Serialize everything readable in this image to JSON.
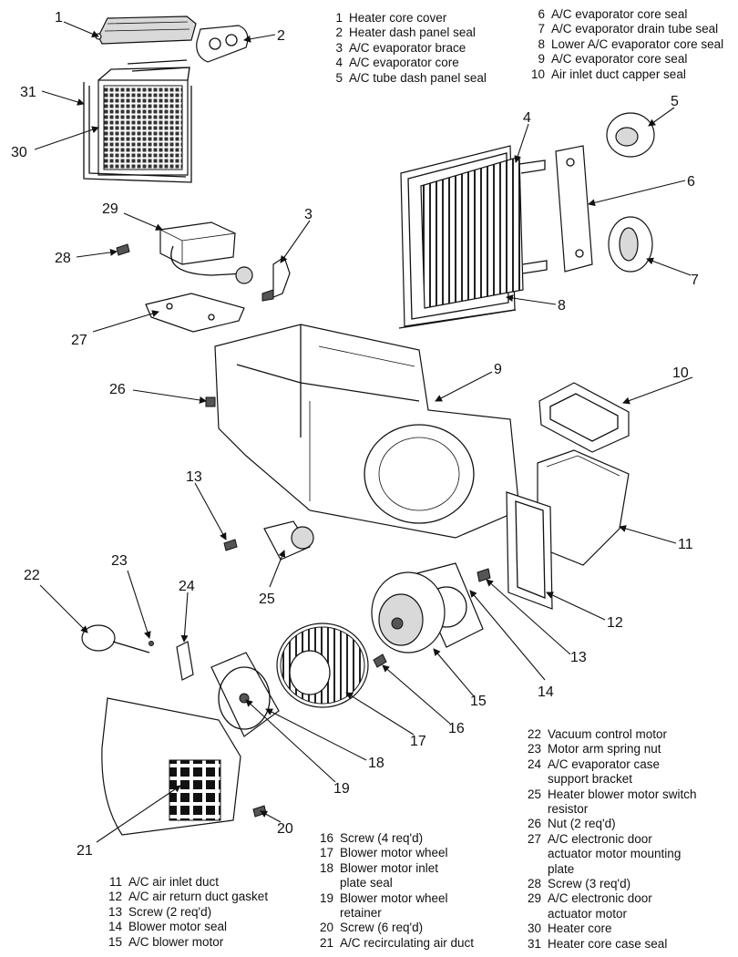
{
  "legend_top_left": [
    {
      "num": "1",
      "label": "Heater core cover"
    },
    {
      "num": "2",
      "label": "Heater dash panel seal"
    },
    {
      "num": "3",
      "label": "A/C evaporator brace"
    },
    {
      "num": "4",
      "label": "A/C evaporator core"
    },
    {
      "num": "5",
      "label": "A/C tube dash panel seal"
    }
  ],
  "legend_top_right": [
    {
      "num": "6",
      "label": "A/C evaporator core seal"
    },
    {
      "num": "7",
      "label": "A/C evaporator drain tube seal"
    },
    {
      "num": "8",
      "label": "Lower A/C evaporator core seal"
    },
    {
      "num": "9",
      "label": "A/C evaporator core seal"
    },
    {
      "num": "10",
      "label": "Air inlet duct capper seal"
    }
  ],
  "legend_bottom_left": [
    {
      "num": "11",
      "label": "A/C air inlet duct"
    },
    {
      "num": "12",
      "label": "A/C  air return duct gasket"
    },
    {
      "num": "13",
      "label": "Screw (2 req'd)"
    },
    {
      "num": "14",
      "label": "Blower motor seal"
    },
    {
      "num": "15",
      "label": "A/C blower motor"
    }
  ],
  "legend_bottom_mid": [
    {
      "num": "16",
      "label": "Screw (4 req'd)"
    },
    {
      "num": "17",
      "label": "Blower motor wheel"
    },
    {
      "num": "18",
      "label": "Blower motor inlet",
      "cont": "plate seal"
    },
    {
      "num": "19",
      "label": "Blower motor wheel",
      "cont": "retainer"
    },
    {
      "num": "20",
      "label": "Screw (6 req'd)"
    },
    {
      "num": "21",
      "label": "A/C recirculating air duct"
    }
  ],
  "legend_bottom_right": [
    {
      "num": "22",
      "label": "Vacuum control motor"
    },
    {
      "num": "23",
      "label": "Motor arm spring nut"
    },
    {
      "num": "24",
      "label": "A/C evaporator case",
      "cont": "support bracket"
    },
    {
      "num": "25",
      "label": "Heater blower motor switch",
      "cont": "resistor"
    },
    {
      "num": "26",
      "label": "Nut (2 req'd)"
    },
    {
      "num": "27",
      "label": "A/C electronic door",
      "cont": "actuator motor mounting",
      "cont2": "plate"
    },
    {
      "num": "28",
      "label": "Screw (3 req'd)"
    },
    {
      "num": "29",
      "label": "A/C electronic door",
      "cont": "actuator motor"
    },
    {
      "num": "30",
      "label": "Heater core"
    },
    {
      "num": "31",
      "label": "Heater core case seal"
    }
  ],
  "callouts": {
    "c1": "1",
    "c2": "2",
    "c3": "3",
    "c4": "4",
    "c5": "5",
    "c6": "6",
    "c7": "7",
    "c8": "8",
    "c9": "9",
    "c10": "10",
    "c11": "11",
    "c12": "12",
    "c13a": "13",
    "c13b": "13",
    "c14": "14",
    "c15": "15",
    "c16": "16",
    "c17": "17",
    "c18": "18",
    "c19": "19",
    "c20": "20",
    "c21": "21",
    "c22": "22",
    "c23": "23",
    "c24": "24",
    "c25": "25",
    "c26": "26",
    "c27": "27",
    "c28": "28",
    "c29": "29",
    "c30": "30",
    "c31": "31"
  }
}
